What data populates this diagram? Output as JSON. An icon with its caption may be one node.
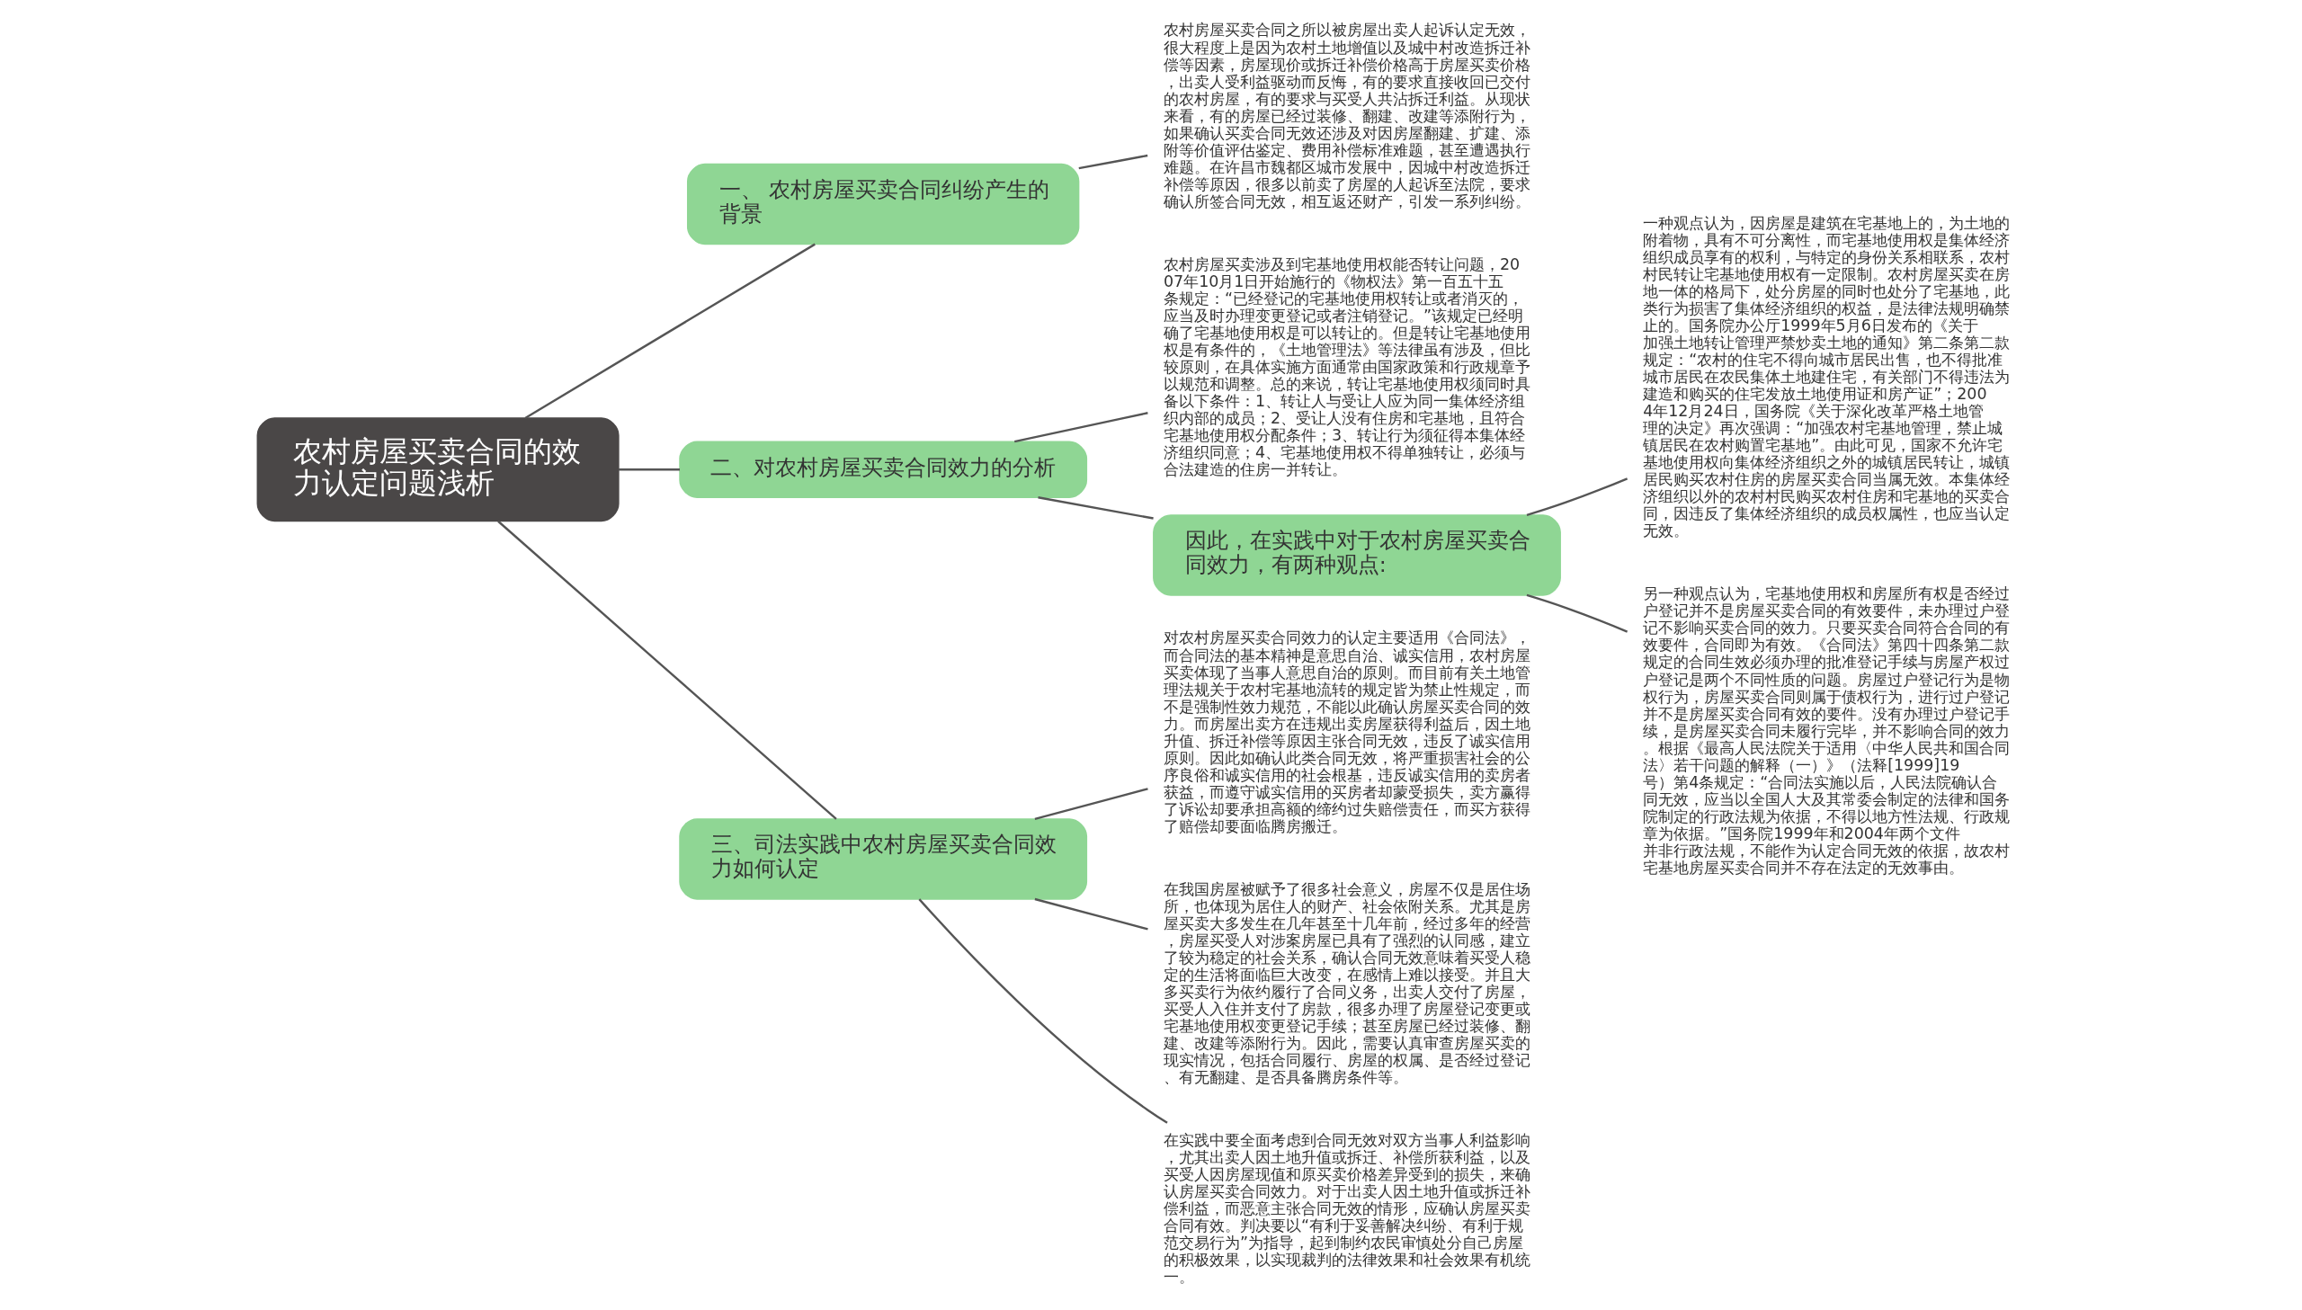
{
  "diagram": {
    "nodes": [
      {
        "text": [
          "农村房屋买卖合同的效力认定问题浅析"
        ]
      },
      {
        "text": [
          "一、 农村房屋买卖合同纠纷产生的背景"
        ]
      },
      {
        "text": [
          "农村房屋买卖合同之所以被房屋出卖人起诉认定无效，很大程度上是因为农村土地增值以及城中村改造拆迁补偿等因素，房屋现价或拆迁补偿价格高于房屋买卖价格，出卖人受利益驱动而反悔，有的要求直接收回已交付的农村房屋，有的要求与买受人共沾拆迁利益。从现状来看，有的房屋已经过装修、翻建、改建等添附行为，如果确认买卖合同无效还涉及对因房屋翻建、扩建、添附等价值评估鉴定、费用补偿标准难题，甚至遭遇执行难题。在许昌市魏都区城市发展中，因城中村改造拆迁补偿等原因，很多以前卖了房屋的人起诉至法院，要求确认所签合同无效，相互返还财产，引发一系列纠纷。"
        ]
      },
      {
        "text": [
          "二、对农村房屋买卖合同效力的分析"
        ]
      },
      {
        "text": [
          "农村房屋买卖涉及到宅基地使用权能否转让问题，2007年10月1日开始施行的《物权法》第一百五十五条规定：“已经登记的宅基地使用权转让或者消灭的，应当及时办理变更登记或者注销登记。”该规定已经明确了宅基地使用权是可以转让的。但是转让宅基地使用权是有条件的，《土地管理法》等法律虽有涉及，但比较原则，在具体实施方面通常由国家政策和行政规章予以规范和调整。总的来说，转让宅基地使用权须同时具备以下条件：1、转让人与受让人应为同一集体经济组织内部的成员；2、受让人没有住房和宅基地，且符合宅基地使用权分配条件；3、转让行为须征得本集体经济组织同意；4、宅基地使用权不得单独转让，必须与合法建造的住房一并转让。"
        ]
      },
      {
        "text": [
          "因此，在实践中对于农村房屋买卖合同效力，有两种观点:"
        ]
      },
      {
        "text": [
          "一种观点认为，因房屋是建筑在宅基地上的，为土地的附着物，具有不可分离性，而宅基地使用权是集体经济组织成员享有的权利，与特定的身份关系相联系，农村村民转让宅基地使用权有一定限制。农村房屋买卖在房地一体的格局下，处分房屋的同时也处分了宅基地，此类行为损害了集体经济组织的权益，是法律法规明确禁止的。国务院办公厅1999年5月6日发布的《关于加强土地转让管理严禁炒卖土地的通知》第二条第二款规定：“农村的住宅不得向城市居民出售，也不得批准城市居民在农民集体土地建住宅，有关部门不得违法为建造和购买的住宅发放土地使用证和房产证”；2004年12月24日，国务院《关于深化改革严格土地管理的决定》再次强调：“加强农村宅基地管理，禁止城镇居民在农村购置宅基地”。由此可见，国家不允许宅基地使用权向集体经济组织之外的城镇居民转让，城镇居民购买农村住房的房屋买卖合同当属无效。本集体经济组织以外的农村村民购买农村住房和宅基地的买卖合同，因违反了集体经济组织的成员权属性，也应当认定无效。"
        ]
      },
      {
        "text": [
          "另一种观点认为，宅基地使用权和房屋所有权是否经过户登记并不是房屋买卖合同的有效要件，未办理过户登记不影响买卖合同的效力。只要买卖合同符合合同的有效要件，合同即为有效。《合同法》第四十四条第二款规定的合同生效必须办理的批准登记手续与房屋产权过户登记是两个不同性质的问题。房屋过户登记行为是物权行为，房屋买卖合同则属于债权行为，进行过户登记并不是房屋买卖合同有效的要件。没有办理过户登记手续，是房屋买卖合同未履行完毕，并不影响合同的效力。根据《最高人民法院关于适用〈中华人民共和国合同法〉若干问题的解释（一）》（法释[1999]19号）第4条规定：“合同法实施以后，人民法院确认合同无效，应当以全国人大及其常委会制定的法律和国务院制定的行政法规为依据，不得以地方性法规、行政规章为依据。”国务院1999年和2004年两个文件并非行政法规，不能作为认定合同无效的依据，故农村宅基地房屋买卖合同并不存在法定的无效事由。"
        ]
      },
      {
        "text": [
          "三、司法实践中农村房屋买卖合同效力如何认定"
        ]
      },
      {
        "text": [
          "对农村房屋买卖合同效力的认定主要适用《合同法》，而合同法的基本精神是意思自治、诚实信用，农村房屋买卖体现了当事人意思自治的原则。而目前有关土地管理法规关于农村宅基地流转的规定皆为禁止性规定，而不是强制性效力规范，不能以此确认房屋买卖合同的效力。而房屋出卖方在违规出卖房屋获得利益后，因土地升值、拆迁补偿等原因主张合同无效，违反了诚实信用原则。因此如确认此类合同无效，将严重损害社会的公序良俗和诚实信用的社会根基，违反诚实信用的卖房者获益，而遵守诚实信用的买房者却蒙受损失，卖方赢得了诉讼却要承担高额的缔约过失赔偿责任，而买方获得了赔偿却要面临腾房搬迁。"
        ]
      },
      {
        "text": [
          "在我国房屋被赋予了很多社会意义，房屋不仅是居住场所，也体现为居住人的财产、社会依附关系。尤其是房屋买卖大多发生在几年甚至十几年前，经过多年的经营，房屋买受人对涉案房屋已具有了强烈的认同感，建立了较为稳定的社会关系，确认合同无效意味着买受人稳定的生活将面临巨大改变，在感情上难以接受。并且大多买卖行为依约履行了合同义务，出卖人交付了房屋，买受人入住并支付了房款，很多办理了房屋登记变更或宅基地使用权变更登记手续；甚至房屋已经过装修、翻建、改建等添附行为。因此，需要认真审查房屋买卖的现实情况，包括合同履行、房屋的权属、是否经过登记、有无翻建、是否具备腾房条件等。"
        ]
      },
      {
        "text": [
          "在实践中要全面考虑到合同无效对双方当事人利益影响，尤其出卖人因土地升值或拆迁、补偿所获利益，以及买受人因房屋现值和原买卖价格差异受到的损失，来确认房屋买卖合同效力。对于出卖人因土地升值或拆迁补偿利益，而恶意主张合同无效的情形，应确认房屋买卖合同有效。判决要以“有利于妥善解决纠纷、有利于规范交易行为”为指导，起到制约农民审慎处分自己房屋的积极效果，以实现裁判的法律效果和社会效果有机统一。"
        ]
      }
    ],
    "edges": [
      {
        "from": 0,
        "to": 1,
        "arrow": "none"
      },
      {
        "from": 1,
        "to": 2,
        "arrow": "none"
      },
      {
        "from": 0,
        "to": 3,
        "arrow": "none"
      },
      {
        "from": 3,
        "to": 4,
        "arrow": "none"
      },
      {
        "from": 3,
        "to": 5,
        "arrow": "none"
      },
      {
        "from": 5,
        "to": 6,
        "arrow": "none"
      },
      {
        "from": 5,
        "to": 7,
        "arrow": "none"
      },
      {
        "from": 0,
        "to": 8,
        "arrow": "none"
      },
      {
        "from": 8,
        "to": 9,
        "arrow": "none"
      },
      {
        "from": 8,
        "to": 10,
        "arrow": "none"
      },
      {
        "from": 8,
        "to": 11,
        "arrow": "none"
      }
    ]
  }
}
